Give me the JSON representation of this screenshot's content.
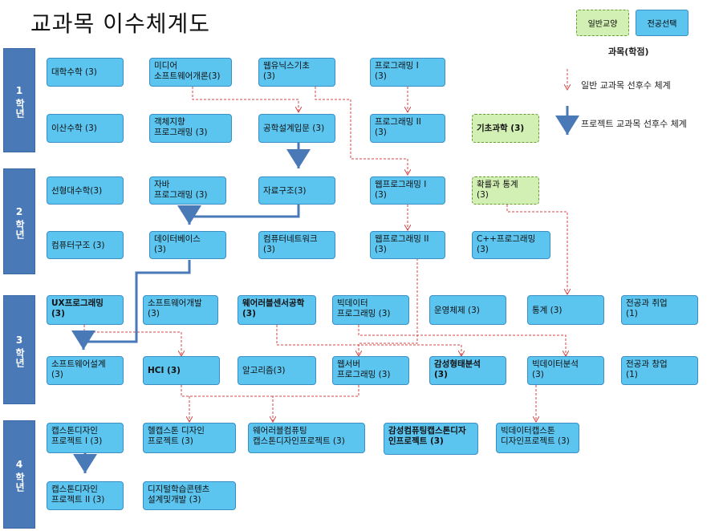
{
  "title": "교과목 이수체계도",
  "legend": {
    "general": "일반교양",
    "major": "전공선택",
    "subject_label": "과목(학점)",
    "dashed_label": "일반 교과목 선후수 체계",
    "solid_label": "프로젝트 교과목 선후수 체계"
  },
  "years": [
    {
      "num": "1",
      "suffix": "학년"
    },
    {
      "num": "2",
      "suffix": "학년"
    },
    {
      "num": "3",
      "suffix": "학년"
    },
    {
      "num": "4",
      "suffix": "학년"
    }
  ],
  "courses": [
    {
      "id": "c01",
      "text": "대학수학 (3)"
    },
    {
      "id": "c02",
      "text": "미디어\n소프트웨어개론(3)"
    },
    {
      "id": "c03",
      "text": "웹유닉스기초\n(3)"
    },
    {
      "id": "c04",
      "text": "프로그래밍 I\n(3)"
    },
    {
      "id": "c05",
      "text": "이산수학 (3)"
    },
    {
      "id": "c06",
      "text": "객체지향\n프로그래밍 (3)"
    },
    {
      "id": "c07",
      "text": "공학설계입문 (3)"
    },
    {
      "id": "c08",
      "text": "프로그래밍 II\n(3)"
    },
    {
      "id": "c09",
      "text": "기초과학 (3)"
    },
    {
      "id": "c10",
      "text": "선형대수학(3)"
    },
    {
      "id": "c11",
      "text": "자바\n프로그래밍 (3)"
    },
    {
      "id": "c12",
      "text": "자료구조(3)"
    },
    {
      "id": "c13",
      "text": "웹프로그래밍 I\n(3)"
    },
    {
      "id": "c14",
      "text": "확률과 통계\n(3)"
    },
    {
      "id": "c15",
      "text": "컴퓨터구조 (3)"
    },
    {
      "id": "c16",
      "text": "데이터베이스\n(3)"
    },
    {
      "id": "c17",
      "text": "컴퓨터네트워크\n(3)"
    },
    {
      "id": "c18",
      "text": "웹프로그래밍 II\n(3)"
    },
    {
      "id": "c19",
      "text": "C++프로그래밍\n(3)"
    },
    {
      "id": "c20",
      "text": "UX프로그래밍\n(3)"
    },
    {
      "id": "c21",
      "text": "소프트웨어개발\n(3)"
    },
    {
      "id": "c22",
      "text": "웨어러블센서공학\n(3)"
    },
    {
      "id": "c23",
      "text": "빅데이터\n프로그래밍 (3)"
    },
    {
      "id": "c24",
      "text": "운영체제 (3)"
    },
    {
      "id": "c25",
      "text": "통계 (3)"
    },
    {
      "id": "c26",
      "text": "전공과 취업\n(1)"
    },
    {
      "id": "c27",
      "text": "소프트웨어설계\n(3)"
    },
    {
      "id": "c28",
      "text": "HCI (3)"
    },
    {
      "id": "c29",
      "text": "알고리즘(3)"
    },
    {
      "id": "c30",
      "text": "웹서버\n프로그래밍 (3)"
    },
    {
      "id": "c31",
      "text": "감성형태분석\n(3)"
    },
    {
      "id": "c32",
      "text": "빅데이터분석\n(3)"
    },
    {
      "id": "c33",
      "text": "전공과 창업\n(1)"
    },
    {
      "id": "c34",
      "text": "캡스톤디자인\n프로젝트 I (3)"
    },
    {
      "id": "c35",
      "text": "헬캡스톤 디자인\n프로젝트 (3)"
    },
    {
      "id": "c36",
      "text": "웨어러블컴퓨팅\n캡스톤디자인프로젝트 (3)"
    },
    {
      "id": "c37",
      "text": "감성컴퓨팅캡스톤디자\n인프로젝트 (3)"
    },
    {
      "id": "c38",
      "text": "빅데이터캡스톤\n디자인프로젝트 (3)"
    },
    {
      "id": "c39",
      "text": "캡스톤디자인\n프로젝트 II (3)"
    },
    {
      "id": "c40",
      "text": "디지털학습콘텐츠\n설계및개발 (3)"
    }
  ]
}
